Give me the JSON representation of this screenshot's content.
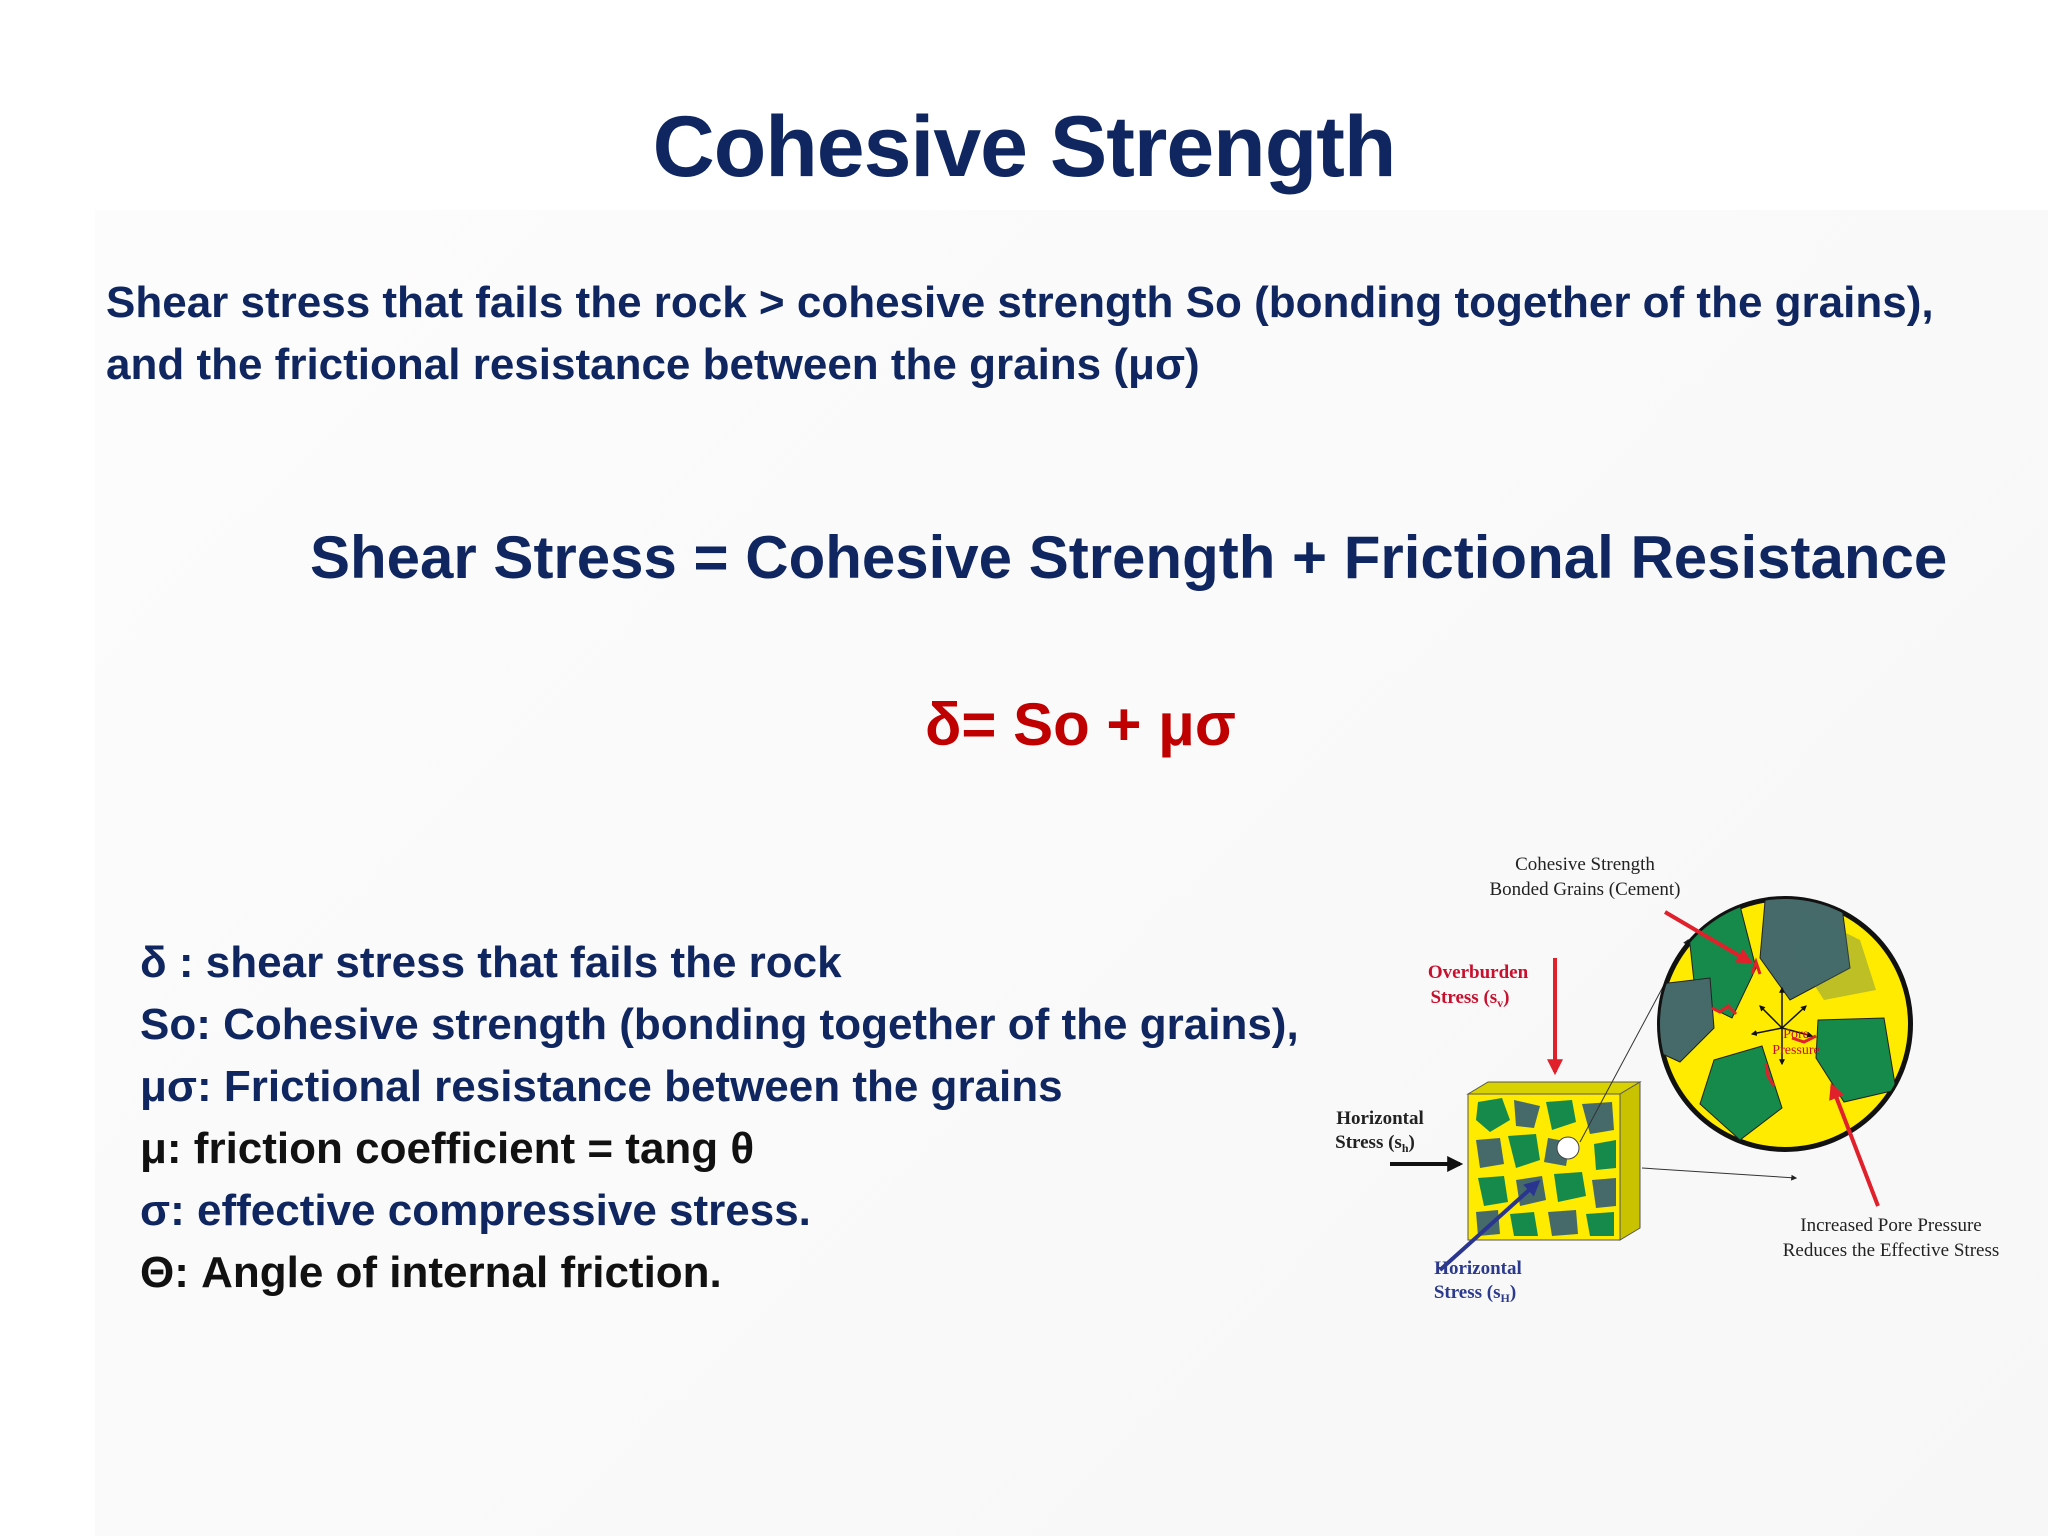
{
  "slide": {
    "title": "Cohesive Strength",
    "intro_lines": [
      "Shear stress that fails the rock > cohesive strength  So (bonding together of the grains),",
      "and the frictional resistance between the grains (μσ)"
    ],
    "equation_words": "Shear Stress = Cohesive Strength + Frictional Resistance",
    "formula": "δ= So + μσ",
    "definitions": [
      "δ : shear stress that fails the rock",
      "So: Cohesive strength (bonding together of the grains),",
      "μσ: Frictional resistance between the grains",
      "μ: friction coefficient  = tang θ",
      "σ: effective compressive stress.",
      "Θ: Angle of internal friction."
    ]
  },
  "diagram": {
    "cohesive_label_1": "Cohesive Strength",
    "cohesive_label_2": "Bonded Grains (Cement)",
    "overburden_label_1": "Overburden",
    "overburden_label_2": "Stress (s",
    "overburden_sub": "v",
    "horiz_h_label_1": "Horizontal",
    "horiz_h_label_2": "Stress (s",
    "horiz_h_sub": "h",
    "horiz_H_label_1": "Horizontal",
    "horiz_H_label_2": "Stress (s",
    "horiz_H_sub": "H",
    "pore_label_1": "Pore",
    "pore_label_2": "Pressure",
    "increased_label_1": "Increased Pore Pressure",
    "increased_label_2": "Reduces the Effective Stress",
    "colors": {
      "yellow": "#ffeb00",
      "green": "#168a4a",
      "slate": "#466a6a",
      "red": "#e0202a",
      "navy": "#2a3590",
      "label_red": "#c8102e",
      "label_navy": "#2b3a8c"
    }
  }
}
